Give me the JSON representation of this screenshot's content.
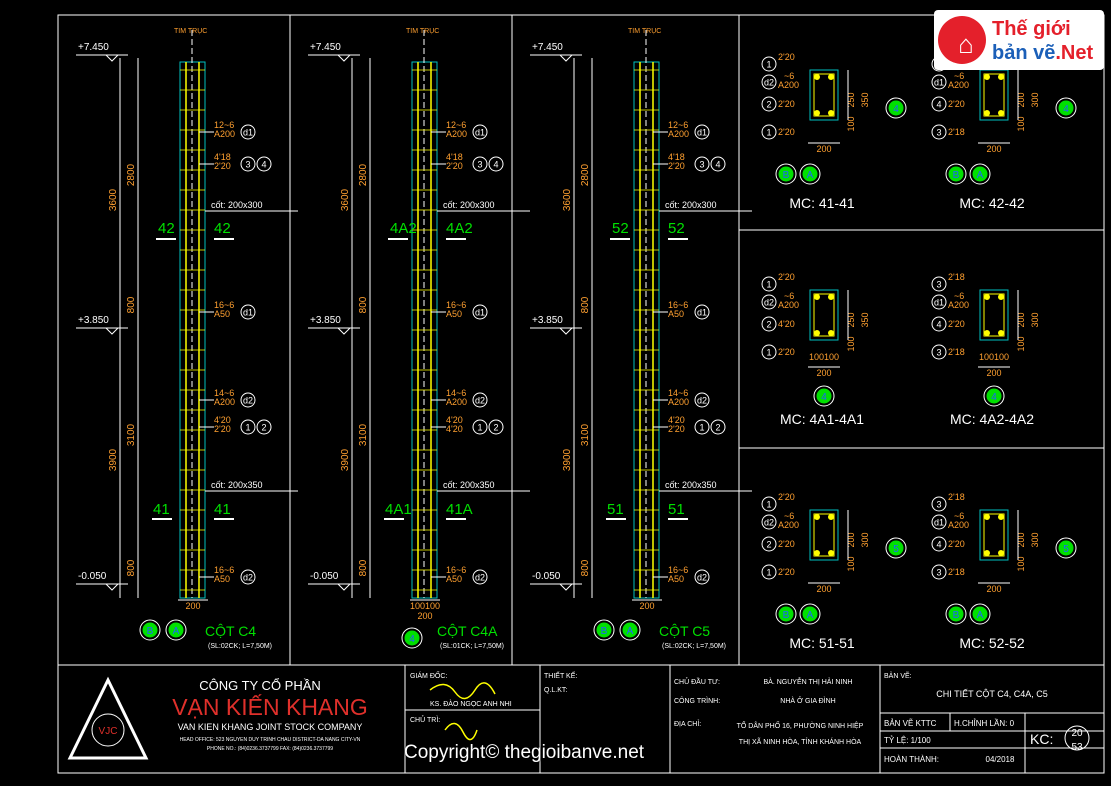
{
  "columns": [
    {
      "axis_label": "TIM TRỤC",
      "level_top": "+7.450",
      "level_mid": "+3.850",
      "level_bot": "-0.050",
      "dim_total_top": "3600",
      "dim_top": "2800",
      "dim_mid": "800",
      "dim_total_bot": "3900",
      "dim_bot": "3100",
      "dim_base": "800",
      "note_stirrup_top": [
        "12~6",
        "A200"
      ],
      "note_rebar_top": [
        "4'18",
        "2'20"
      ],
      "note_dense_top": [
        "16~6",
        "A50"
      ],
      "note_stirrup_bot": [
        "14~6",
        "A200"
      ],
      "note_rebar_bot": [
        "4'20",
        "2'20"
      ],
      "note_dense_bot": [
        "16~6",
        "A50"
      ],
      "section_top": "cốt: 200x300",
      "section_bot": "cốt: 200x350",
      "cut_top": "42",
      "cut_bot": "41",
      "bubble_top": [
        "d1",
        "3",
        "4",
        "d1"
      ],
      "bubble_bot": [
        "d2",
        "1",
        "2",
        "d2"
      ],
      "width_dim": "200",
      "axes": [
        "B",
        "A"
      ],
      "title": "CỘT C4",
      "subtitle": "(SL:02CK; L=7,50M)"
    },
    {
      "axis_label": "TIM TRỤC",
      "level_top": "+7.450",
      "level_mid": "+3.850",
      "level_bot": "-0.050",
      "dim_total_top": "3600",
      "dim_top": "2800",
      "dim_mid": "800",
      "dim_total_bot": "3900",
      "dim_bot": "3100",
      "dim_base": "800",
      "note_stirrup_top": [
        "12~6",
        "A200"
      ],
      "note_rebar_top": [
        "4'18",
        "2'20"
      ],
      "note_dense_top": [
        "16~6",
        "A50"
      ],
      "note_stirrup_bot": [
        "14~6",
        "A200"
      ],
      "note_rebar_bot": [
        "4'20",
        "4'20"
      ],
      "note_dense_bot": [
        "16~6",
        "A50"
      ],
      "section_top": "cốt: 200x300",
      "section_bot": "cốt: 200x350",
      "cut_top_left": "4A2",
      "cut_top_right": "4A2",
      "cut_bot_left": "4A1",
      "cut_bot_right": "41A",
      "bubble_top": [
        "d1",
        "3",
        "4",
        "d1"
      ],
      "bubble_bot": [
        "d2",
        "1",
        "2",
        "d2"
      ],
      "width_dim": "100100",
      "width_dim2": "200",
      "axes": [
        "4"
      ],
      "title": "CỘT C4A",
      "subtitle": "(SL:01CK; L=7,50M)"
    },
    {
      "axis_label": "TIM TRỤC",
      "level_top": "+7.450",
      "level_mid": "+3.850",
      "level_bot": "-0.050",
      "dim_total_top": "3600",
      "dim_top": "2800",
      "dim_mid": "800",
      "dim_total_bot": "3900",
      "dim_bot": "3100",
      "dim_base": "800",
      "note_stirrup_top": [
        "12~6",
        "A200"
      ],
      "note_rebar_top": [
        "4'18",
        "2'20"
      ],
      "note_dense_top": [
        "16~6",
        "A50"
      ],
      "note_stirrup_bot": [
        "14~6",
        "A200"
      ],
      "note_rebar_bot": [
        "4'20",
        "2'20"
      ],
      "note_dense_bot": [
        "16~6",
        "A50"
      ],
      "section_top": "cốt: 200x300",
      "section_bot": "cốt: 200x350",
      "cut_top": "52",
      "cut_bot": "51",
      "bubble_top": [
        "d1",
        "3",
        "4",
        "d1"
      ],
      "bubble_bot": [
        "d2",
        "1",
        "2",
        "d2"
      ],
      "width_dim": "200",
      "axes": [
        "B",
        "A"
      ],
      "title": "CỘT C5",
      "subtitle": "(SL:02CK; L=7,50M)"
    }
  ],
  "sections": [
    {
      "title": "MC: 41-41",
      "labels": [
        "2'20",
        "~6",
        "A200",
        "2'20",
        "2'20"
      ],
      "bubbles": [
        "1",
        "d2",
        "2",
        "1"
      ],
      "dims": [
        "250",
        "100",
        "350"
      ],
      "width": "200",
      "axes": [
        "B",
        "A"
      ],
      "axis_right": "4"
    },
    {
      "title": "MC: 42-42",
      "labels": [
        "2'18",
        "~6",
        "A200",
        "2'20",
        "2'18"
      ],
      "bubbles": [
        "3",
        "d1",
        "4",
        "3"
      ],
      "dims": [
        "200",
        "100",
        "300"
      ],
      "width": "200",
      "axes": [
        "B",
        "A"
      ],
      "axis_right": "4"
    },
    {
      "title": "MC: 4A1-4A1",
      "labels": [
        "2'20",
        "~6",
        "A200",
        "4'20",
        "2'20"
      ],
      "bubbles": [
        "1",
        "d2",
        "2",
        "1"
      ],
      "dims": [
        "250",
        "100",
        "350"
      ],
      "width": "200",
      "width2": "100100",
      "axes": [
        "4"
      ],
      "axis_right": ""
    },
    {
      "title": "MC: 4A2-4A2",
      "labels": [
        "2'18",
        "~6",
        "A200",
        "2'20",
        "2'18"
      ],
      "bubbles": [
        "3",
        "d1",
        "4",
        "3"
      ],
      "dims": [
        "200",
        "100",
        "300"
      ],
      "width": "200",
      "width2": "100100",
      "axes": [
        "4"
      ],
      "axis_right": ""
    },
    {
      "title": "MC: 51-51",
      "labels": [
        "2'20",
        "~6",
        "A200",
        "2'20",
        "2'20"
      ],
      "bubbles": [
        "1",
        "d2",
        "2",
        "1"
      ],
      "dims": [
        "200",
        "100",
        "300"
      ],
      "width": "200",
      "axes": [
        "B",
        "A"
      ],
      "axis_right": "5"
    },
    {
      "title": "MC: 52-52",
      "labels": [
        "2'18",
        "~6",
        "A200",
        "2'20",
        "2'18"
      ],
      "bubbles": [
        "3",
        "d1",
        "4",
        "3"
      ],
      "dims": [
        "200",
        "100",
        "300"
      ],
      "width": "200",
      "axes": [
        "B",
        "A"
      ],
      "axis_right": "5"
    }
  ],
  "titleblock": {
    "company_line1": "CÔNG TY CỔ PHẦN",
    "company_line2": "VẠN KIẾN KHANG",
    "company_line3": "VAN KIEN KHANG JOINT STOCK COMPANY",
    "company_addr": "HEAD OFFICE: 523 NGUYEN DUY TRINH CHAU DISTRICT-DA NANG CITY-VN",
    "company_phone": "PHONE NO.: (84)0236.3737799    FAX: (84)0236.3737799",
    "logo_text": "VJC",
    "giam_doc": "GIÁM ĐỐC:",
    "giam_doc_name": "KS. ĐÀO NGỌC ANH NHI",
    "chu_tri": "CHỦ TRÌ:",
    "thiet_ke": "THIẾT KẾ:",
    "qlkt": "Q.L.KT:",
    "chu_dau_tu": "CHỦ ĐẦU TƯ:",
    "chu_dau_tu_val": "BÀ. NGUYỄN THỊ HẢI NINH",
    "cong_trinh": "CÔNG TRÌNH:",
    "cong_trinh_val": "NHÀ Ở GIA ĐÌNH",
    "dia_chi": "ĐỊA CHỈ:",
    "dia_chi_val1": "TỔ DÂN PHỐ 16, PHƯỜNG NINH HIỆP",
    "dia_chi_val2": "THỊ XÃ NINH HÒA, TỈNH KHÁNH HÒA",
    "ban_ve": "BẢN VẼ:",
    "ban_ve_val": "CHI TIẾT CỘT C4, C4A, C5",
    "ban_ve_kttc": "BẢN VẼ KTTC",
    "chinh_lan": "H.CHỈNH LẦN: 0",
    "ty_le": "TỶ LỆ: 1/100",
    "hoan_thanh": "HOÀN THÀNH:",
    "hoan_thanh_val": "04/2018",
    "kc": "KC:",
    "kc_num": "20",
    "kc_den": "53"
  },
  "logo": {
    "line1": "Thế giới",
    "line2a": "bản vẽ",
    "line2b": ".Net"
  },
  "copyright": "Copyright© thegioibanve.net",
  "colors": {
    "frame": "#ffffff",
    "rebar": "#ffff00",
    "dim": "#00c0c0",
    "text_orange": "#ffa030",
    "green": "#00e000",
    "white": "#ffffff",
    "blue": "#2060ff"
  }
}
